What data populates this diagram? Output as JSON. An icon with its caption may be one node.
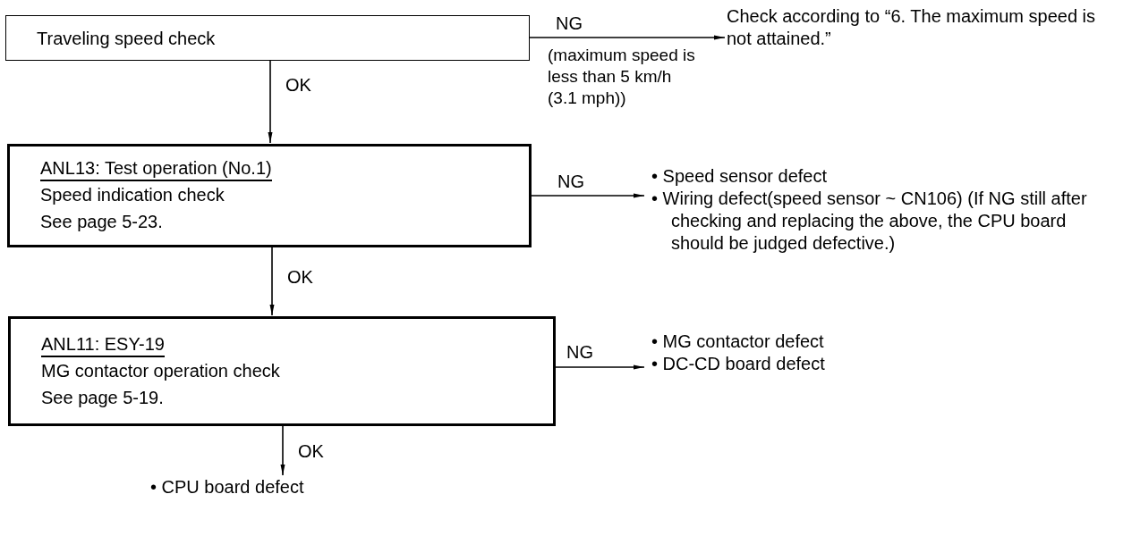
{
  "diagram": {
    "nodes": [
      {
        "text": [
          "Traveling speed check"
        ]
      },
      {
        "text": [
          "ANL13: Test operation (No.1)",
          "Speed indication check",
          "See page 5-23."
        ]
      },
      {
        "text": [
          "ANL11: ESY-19",
          "MG contactor operation check",
          "See page 5-19."
        ]
      },
      {
        "text": [
          "Check according to “6. The maximum speed is not attained.”"
        ]
      },
      {
        "text": [
          "• Speed sensor defect",
          "• Wiring defect(speed sensor ~ CN106) (If NG still after checking and replacing the above, the CPU board should be judged defective.)"
        ]
      },
      {
        "text": [
          "• MG contactor defect",
          "• DC-CD board defect"
        ]
      },
      {
        "text": [
          "• CPU board defect"
        ]
      }
    ],
    "edges": [
      {
        "from": 0,
        "to": 3,
        "arrow": "to",
        "label": "NG"
      },
      {
        "from": 0,
        "to": 1,
        "arrow": "to",
        "label": "OK"
      },
      {
        "from": 1,
        "to": 4,
        "arrow": "to",
        "label": "NG"
      },
      {
        "from": 1,
        "to": 2,
        "arrow": "to",
        "label": "OK"
      },
      {
        "from": 2,
        "to": 5,
        "arrow": "to",
        "label": "NG"
      },
      {
        "from": 2,
        "to": 6,
        "arrow": "to",
        "label": "OK"
      }
    ],
    "labels": [
      "(maximum speed is less than 5 km/h (3.1 mph))"
    ]
  }
}
